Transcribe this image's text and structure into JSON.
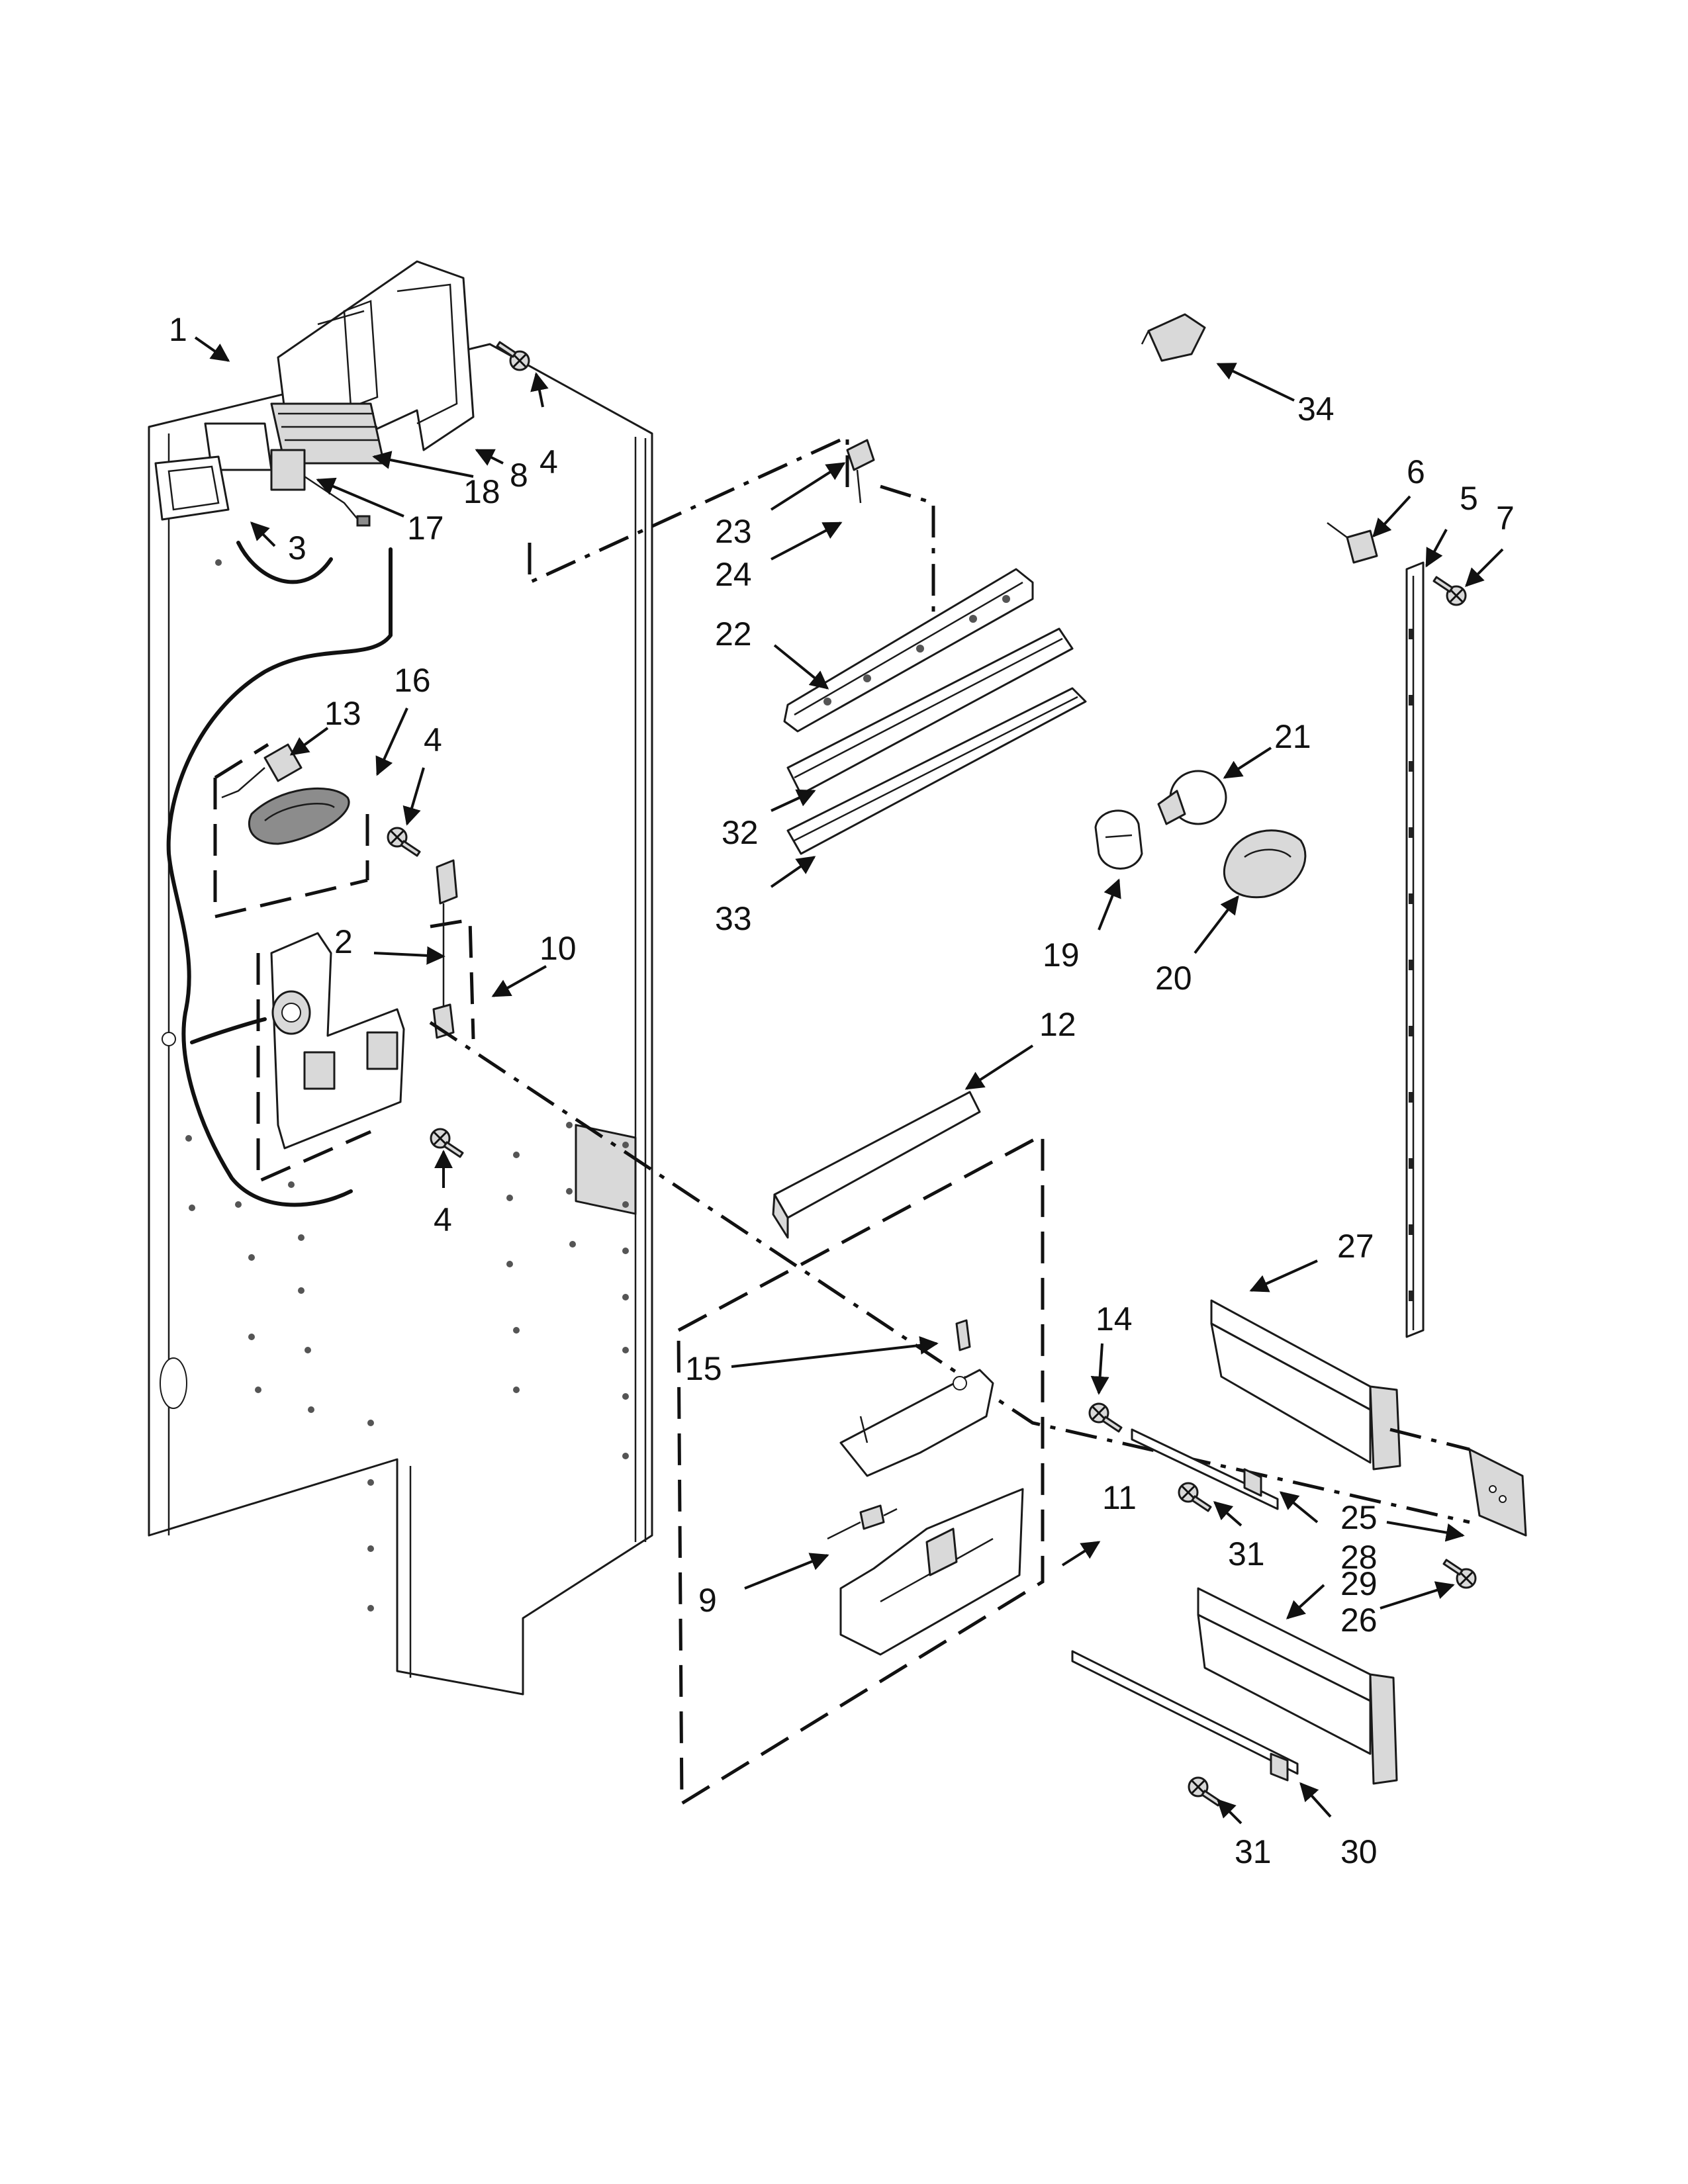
{
  "diagram": {
    "callouts": [
      "1",
      "2",
      "3",
      "4",
      "4",
      "4",
      "5",
      "6",
      "7",
      "8",
      "9",
      "10",
      "11",
      "12",
      "13",
      "14",
      "15",
      "16",
      "17",
      "18",
      "19",
      "20",
      "21",
      "22",
      "23",
      "24",
      "25",
      "26",
      "27",
      "28",
      "29",
      "30",
      "31",
      "31",
      "32",
      "33",
      "34"
    ]
  }
}
